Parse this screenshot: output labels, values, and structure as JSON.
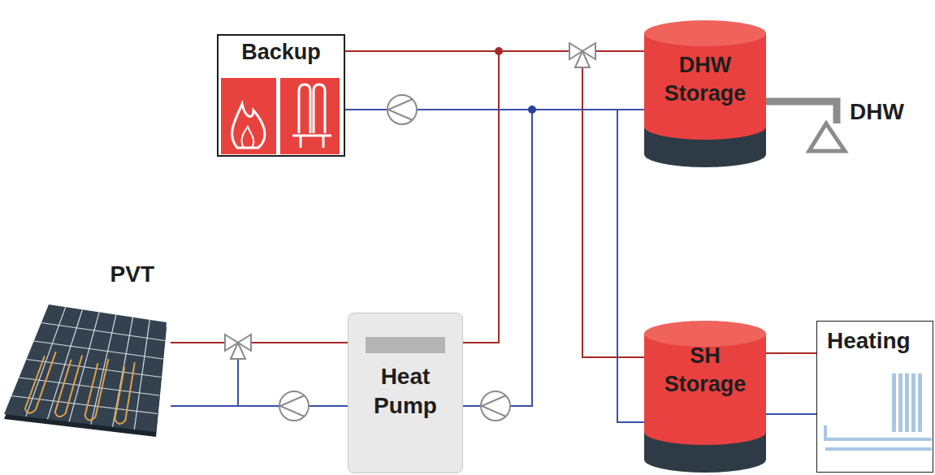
{
  "diagram": {
    "nodes": [
      {
        "text": [
          "Backup"
        ]
      },
      {
        "text": [
          "DHW Storage"
        ]
      },
      {
        "text": [
          "PVT"
        ]
      },
      {
        "text": [
          "Heat Pump"
        ]
      },
      {
        "text": [
          "SH Storage"
        ]
      },
      {
        "text": [
          "Heating"
        ]
      }
    ],
    "edges": [
      {
        "from": 0,
        "to": 1,
        "arrow": "none"
      },
      {
        "from": 0,
        "to": 4,
        "arrow": "none"
      },
      {
        "from": 3,
        "to": 1,
        "arrow": "none"
      },
      {
        "from": 3,
        "to": 4,
        "arrow": "none"
      },
      {
        "from": 1,
        "to": 0,
        "arrow": "none"
      },
      {
        "from": 4,
        "to": 0,
        "arrow": "none"
      },
      {
        "from": 1,
        "to": 3,
        "arrow": "none"
      },
      {
        "from": 4,
        "to": 3,
        "arrow": "none"
      },
      {
        "from": 2,
        "to": 3,
        "arrow": "none"
      },
      {
        "from": 3,
        "to": 2,
        "arrow": "none"
      },
      {
        "from": 4,
        "to": 5,
        "arrow": "none"
      },
      {
        "from": 5,
        "to": 4,
        "arrow": "none"
      }
    ],
    "labels": [
      "DHW"
    ]
  }
}
